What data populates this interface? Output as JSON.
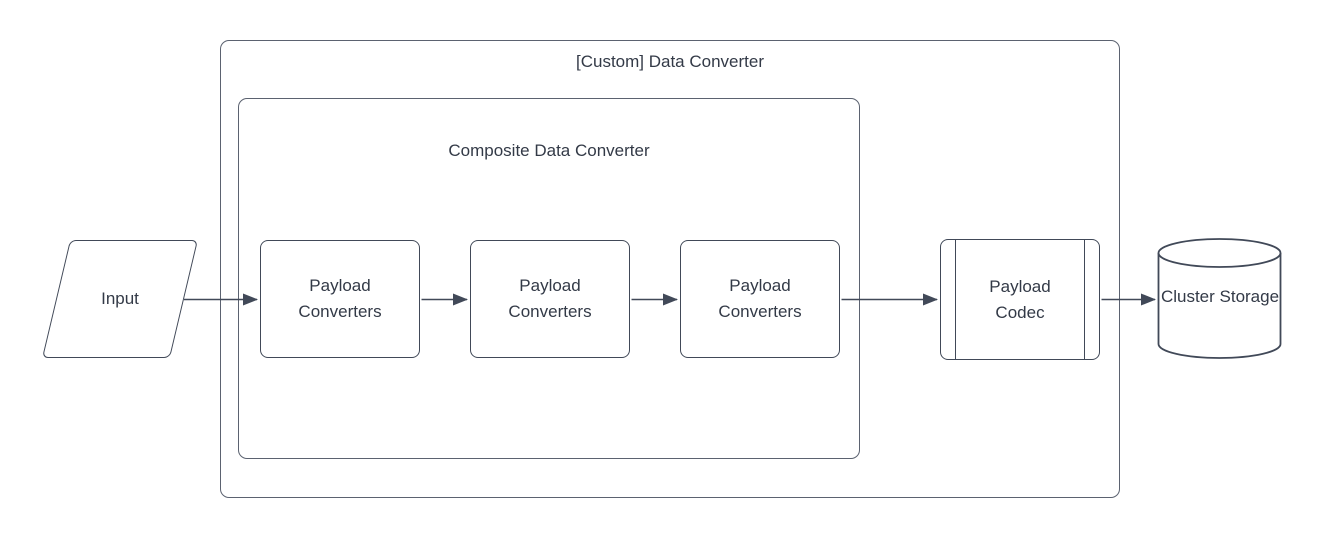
{
  "diagram": {
    "outer_container": {
      "label": "[Custom] Data Converter"
    },
    "inner_container": {
      "label": "Composite Data Converter"
    },
    "input": {
      "label": "Input",
      "shape": "parallelogram"
    },
    "converters": [
      {
        "label": "Payload Converters"
      },
      {
        "label": "Payload Converters"
      },
      {
        "label": "Payload Converters"
      }
    ],
    "codec": {
      "label": "Payload Codec",
      "shape": "predefined-process"
    },
    "storage": {
      "label": "Cluster Storage",
      "shape": "cylinder"
    },
    "edges": [
      {
        "from": "input",
        "to": "payload-converters-1"
      },
      {
        "from": "payload-converters-1",
        "to": "payload-converters-2"
      },
      {
        "from": "payload-converters-2",
        "to": "payload-converters-3"
      },
      {
        "from": "payload-converters-3",
        "to": "payload-codec"
      },
      {
        "from": "payload-codec",
        "to": "cluster-storage"
      }
    ],
    "colors": {
      "background": "#ffffff",
      "shape_stroke": "#414958",
      "container_stroke": "#5b6270",
      "text": "#333a47"
    }
  }
}
